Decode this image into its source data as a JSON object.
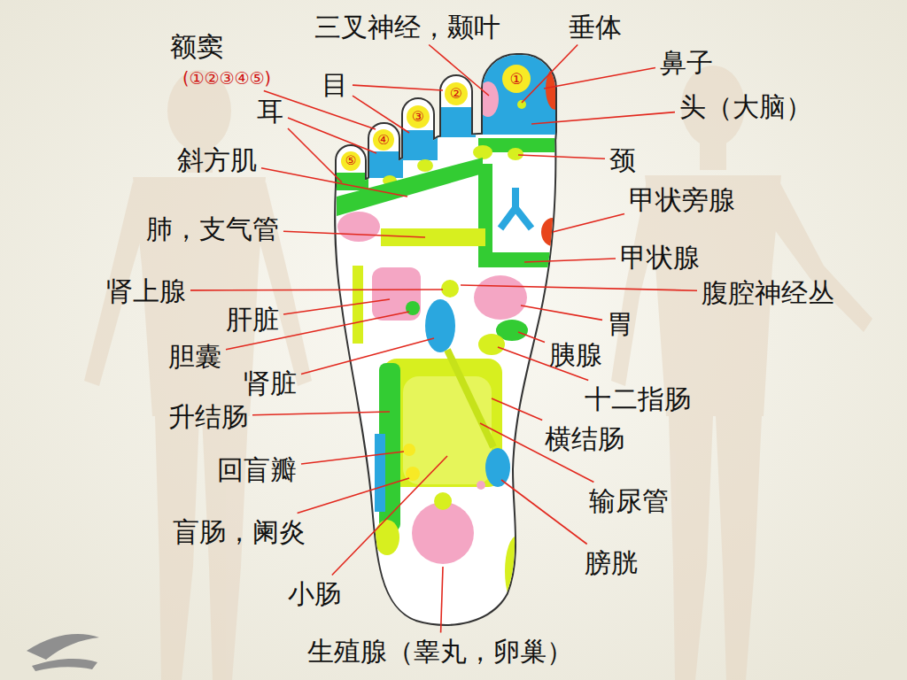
{
  "diagram": {
    "labels": [
      "额窦",
      "(①②③④⑤)",
      "三叉神经，颞叶",
      "垂体",
      "鼻子",
      "目",
      "头（大脑）",
      "耳",
      "斜方肌",
      "颈",
      "甲状旁腺",
      "肺，支气管",
      "甲状腺",
      "肾上腺",
      "腹腔神经丛",
      "肝脏",
      "胃",
      "胆囊",
      "胰腺",
      "肾脏",
      "十二指肠",
      "升结肠",
      "横结肠",
      "回盲瓣",
      "输尿管",
      "盲肠，阑炎",
      "膀胱",
      "小肠",
      "生殖腺（睾丸，卵巢）",
      "①",
      "②",
      "③",
      "④",
      "⑤"
    ]
  }
}
